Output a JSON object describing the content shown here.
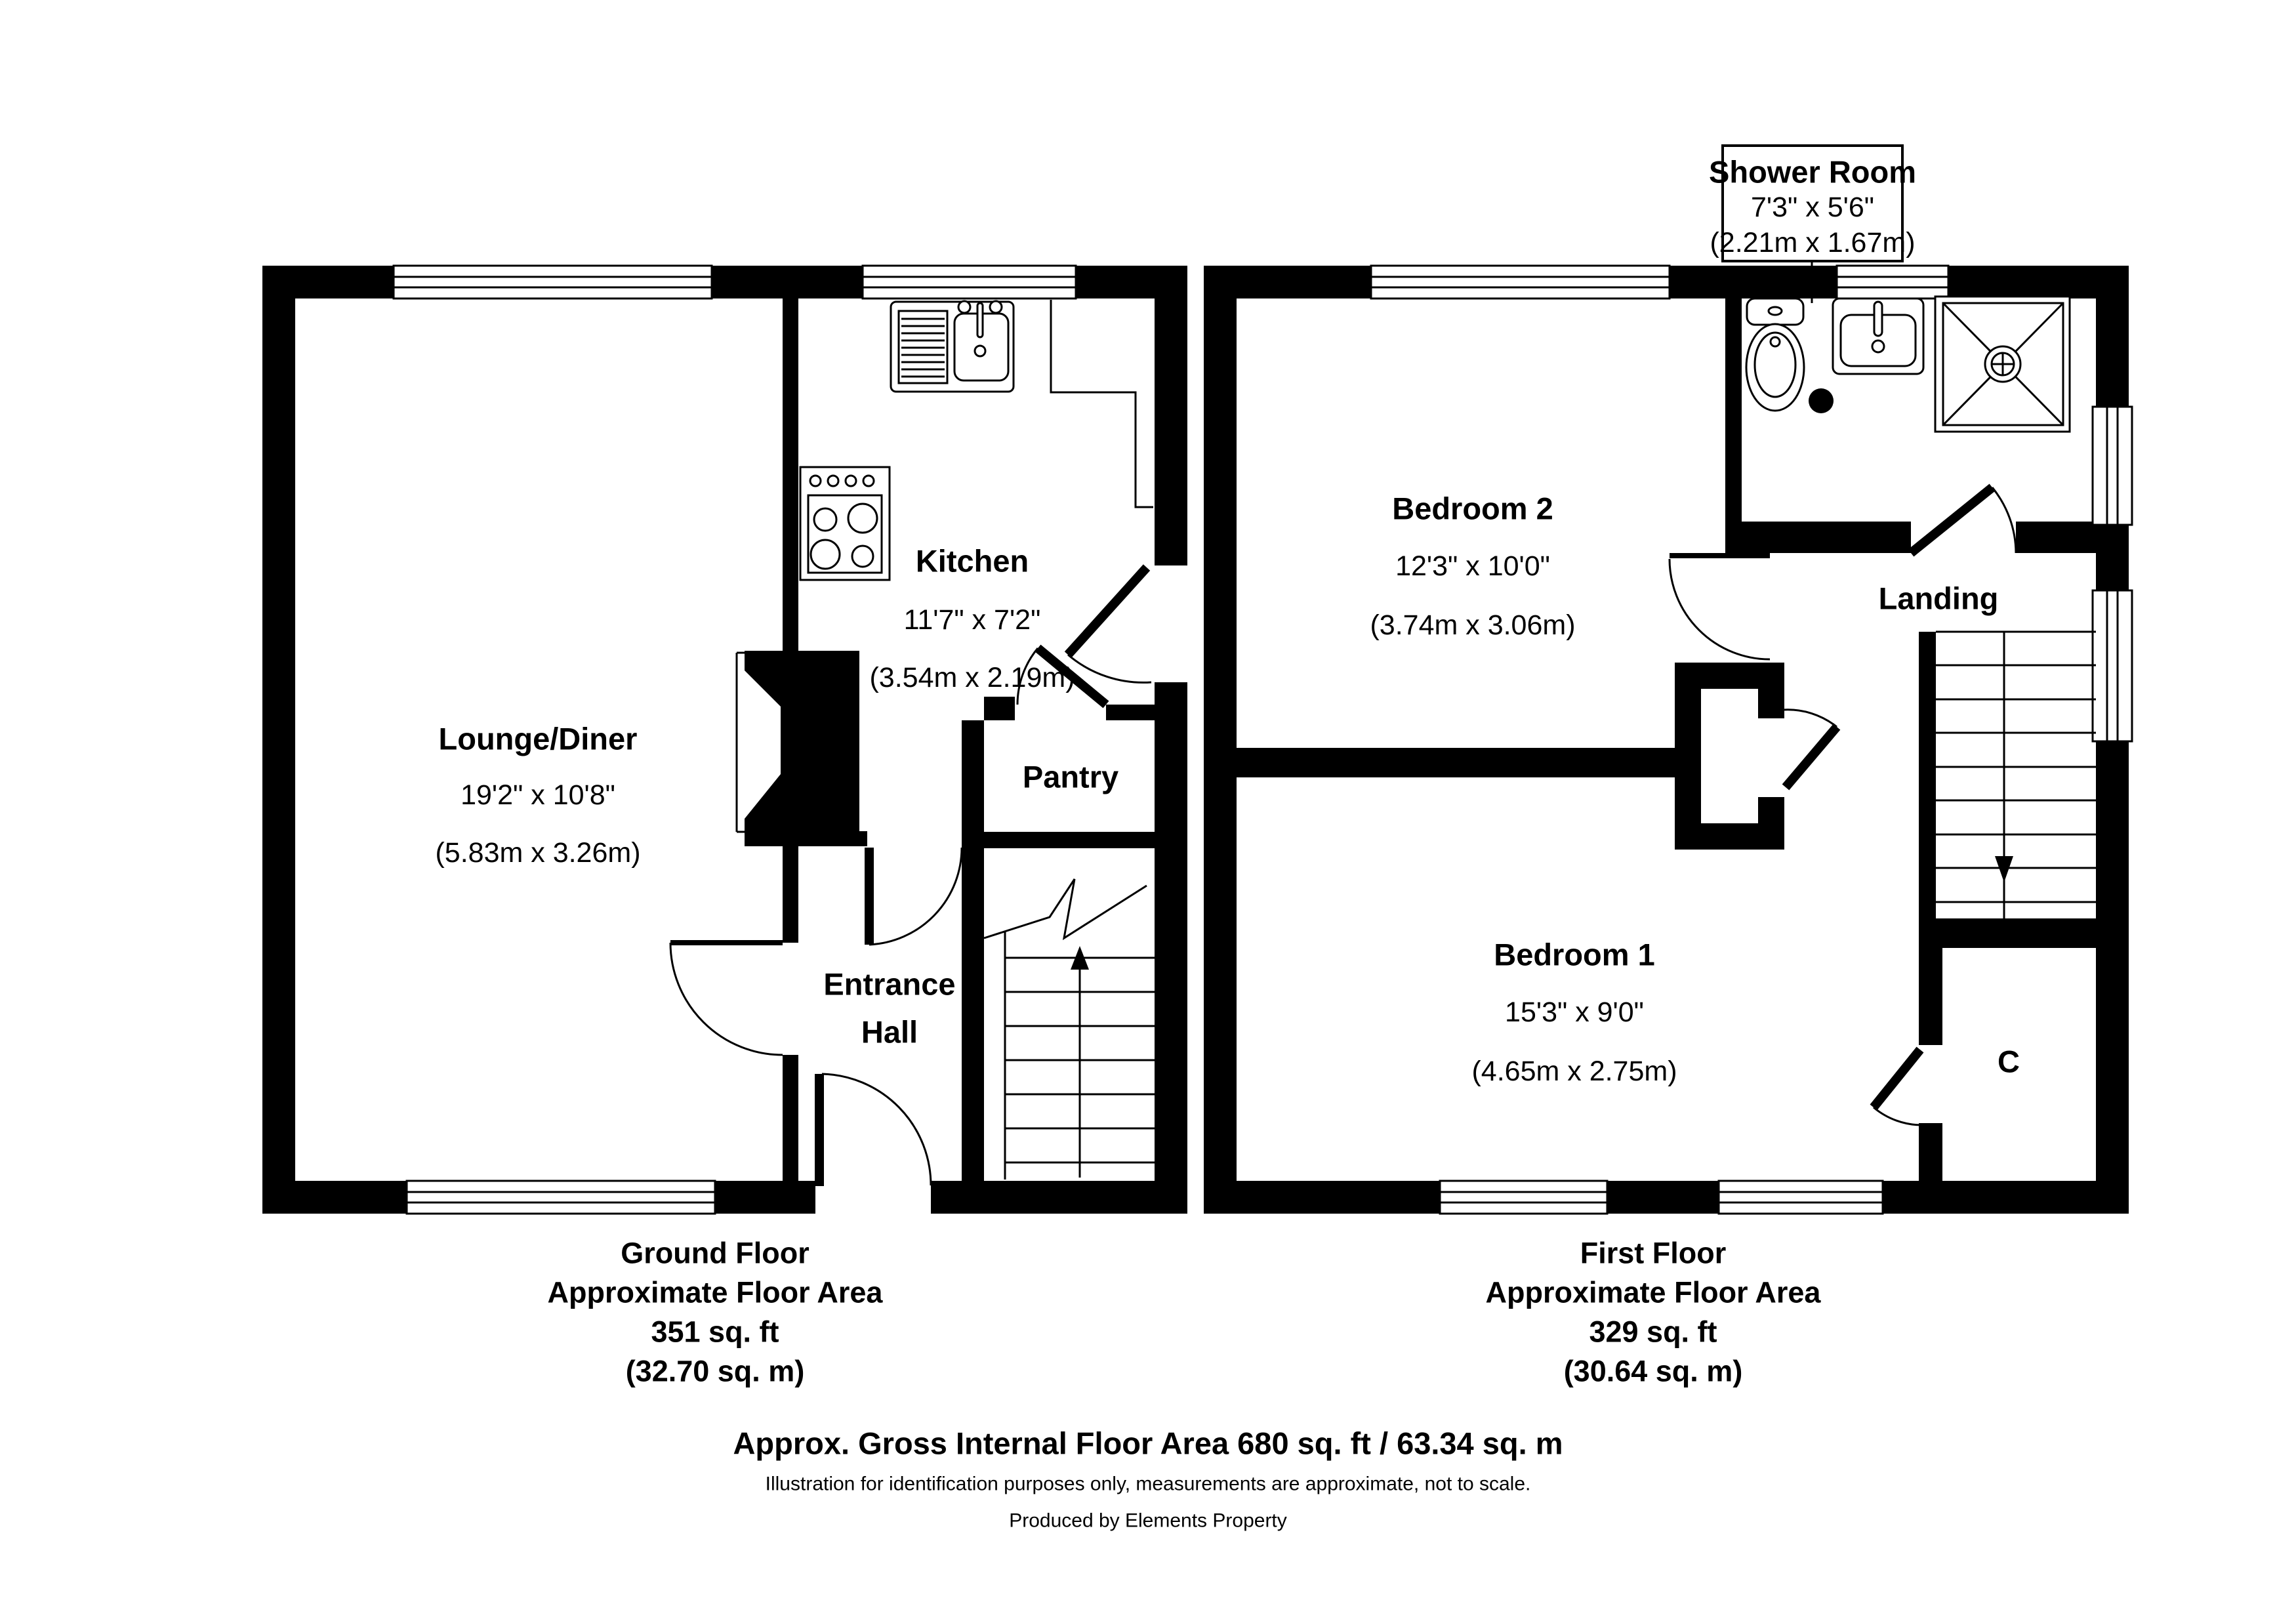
{
  "document": {
    "kind": "estate-agent-floorplan",
    "background_color": "#ffffff",
    "wall_color": "#000000",
    "line_color": "#000000"
  },
  "rooms": {
    "lounge": {
      "name": "Lounge/Diner",
      "imperial": "19'2\" x 10'8\"",
      "metric": "(5.83m x 3.26m)"
    },
    "kitchen": {
      "name": "Kitchen",
      "imperial": "11'7\" x 7'2\"",
      "metric": "(3.54m x 2.19m)"
    },
    "pantry": {
      "name": "Pantry"
    },
    "hall": {
      "line1": "Entrance",
      "line2": "Hall"
    },
    "bedroom2": {
      "name": "Bedroom 2",
      "imperial": "12'3\" x 10'0\"",
      "metric": "(3.74m x 3.06m)"
    },
    "bedroom1": {
      "name": "Bedroom 1",
      "imperial": "15'3\" x 9'0\"",
      "metric": "(4.65m x 2.75m)"
    },
    "landing": {
      "name": "Landing"
    },
    "cupboard": {
      "name": "C"
    },
    "shower": {
      "name": "Shower Room",
      "imperial": "7'3\" x 5'6\"",
      "metric": "(2.21m x 1.67m)"
    }
  },
  "stairs": {
    "ground": {
      "direction": "up",
      "icon": "stairs-up-arrow"
    },
    "first": {
      "direction": "down",
      "icon": "stairs-down-arrow"
    }
  },
  "fixtures": {
    "kitchen": [
      "sink-drainer-unit",
      "cooker-hob",
      "worktop"
    ],
    "shower_room": [
      "toilet",
      "wash-basin",
      "shower-tray"
    ]
  },
  "areas": {
    "ground": {
      "line1": "Ground Floor",
      "line2": "Approximate Floor Area",
      "line3": "351 sq. ft",
      "line4": "(32.70 sq. m)"
    },
    "first": {
      "line1": "First Floor",
      "line2": "Approximate Floor Area",
      "line3": "329 sq. ft",
      "line4": "(30.64 sq. m)"
    },
    "gross": "Approx. Gross Internal Floor Area 680 sq. ft / 63.34 sq. m",
    "disclaimer": "Illustration for identification purposes only, measurements are approximate, not to scale.",
    "credit": "Produced by Elements Property"
  }
}
